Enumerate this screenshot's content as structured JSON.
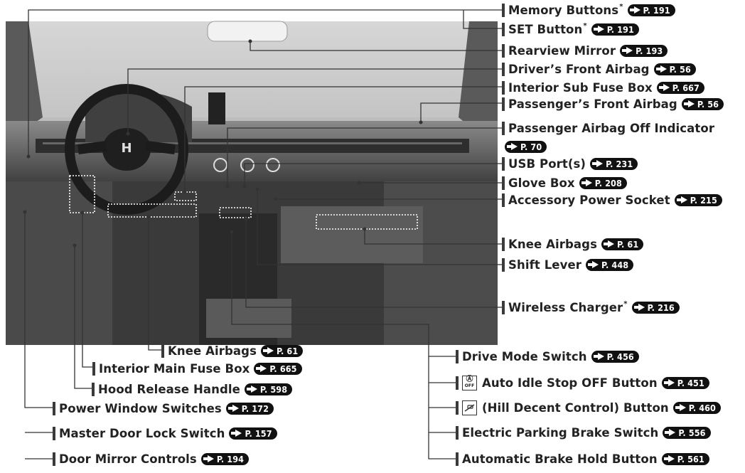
{
  "labels_right": [
    {
      "text": "Memory Buttons",
      "asterisk": "*",
      "ref": "P. 191"
    },
    {
      "text": "SET Button",
      "asterisk": "*",
      "ref": "P. 191"
    },
    {
      "text": "Rearview Mirror",
      "asterisk": "",
      "ref": "P. 193"
    },
    {
      "text": "Driver’s Front Airbag",
      "asterisk": "",
      "ref": "P. 56"
    },
    {
      "text": "Interior Sub Fuse Box",
      "asterisk": "",
      "ref": "P. 667"
    },
    {
      "text": "Passenger’s Front Airbag",
      "asterisk": "",
      "ref": "P. 56"
    },
    {
      "text": "Passenger Airbag Off Indicator",
      "asterisk": "",
      "ref": "P. 70"
    },
    {
      "text": "USB Port(s)",
      "asterisk": "",
      "ref": "P. 231"
    },
    {
      "text": "Glove Box",
      "asterisk": "",
      "ref": "P. 208"
    },
    {
      "text": "Accessory Power Socket",
      "asterisk": "",
      "ref": "P. 215"
    },
    {
      "text": "Knee Airbags",
      "asterisk": "",
      "ref": "P. 61"
    },
    {
      "text": "Shift Lever",
      "asterisk": "",
      "ref": "P. 448"
    },
    {
      "text": "Wireless Charger",
      "asterisk": "*",
      "ref": "P. 216"
    }
  ],
  "labels_bottom_left": [
    {
      "text": "Knee Airbags",
      "ref": "P. 61"
    },
    {
      "text": "Interior Main Fuse Box",
      "ref": "P. 665"
    },
    {
      "text": "Hood Release Handle",
      "ref": "P. 598"
    },
    {
      "text": "Power Window Switches",
      "ref": "P. 172"
    },
    {
      "text": "Master Door Lock Switch",
      "ref": "P. 157"
    },
    {
      "text": "Door Mirror Controls",
      "ref": "P. 194"
    }
  ],
  "labels_bottom_right": [
    {
      "text": "Drive Mode Switch",
      "ref": "P. 456",
      "icon": ""
    },
    {
      "text": "Auto Idle Stop OFF Button",
      "ref": "P. 451",
      "icon": "auto-idle-stop-icon",
      "icon_glyph": "Ⓐ",
      "icon_sub": "OFF"
    },
    {
      "text": "(Hill Decent Control) Button",
      "ref": "P. 460",
      "icon": "hill-descent-icon",
      "icon_glyph": "",
      "icon_sub": ""
    },
    {
      "text": "Electric Parking Brake Switch",
      "ref": "P. 556",
      "icon": ""
    },
    {
      "text": "Automatic Brake Hold Button",
      "ref": "P. 561",
      "icon": ""
    }
  ],
  "colors": {
    "leader": "#333333",
    "pill": "#111111",
    "photo_bg": "#b8b8b8"
  }
}
